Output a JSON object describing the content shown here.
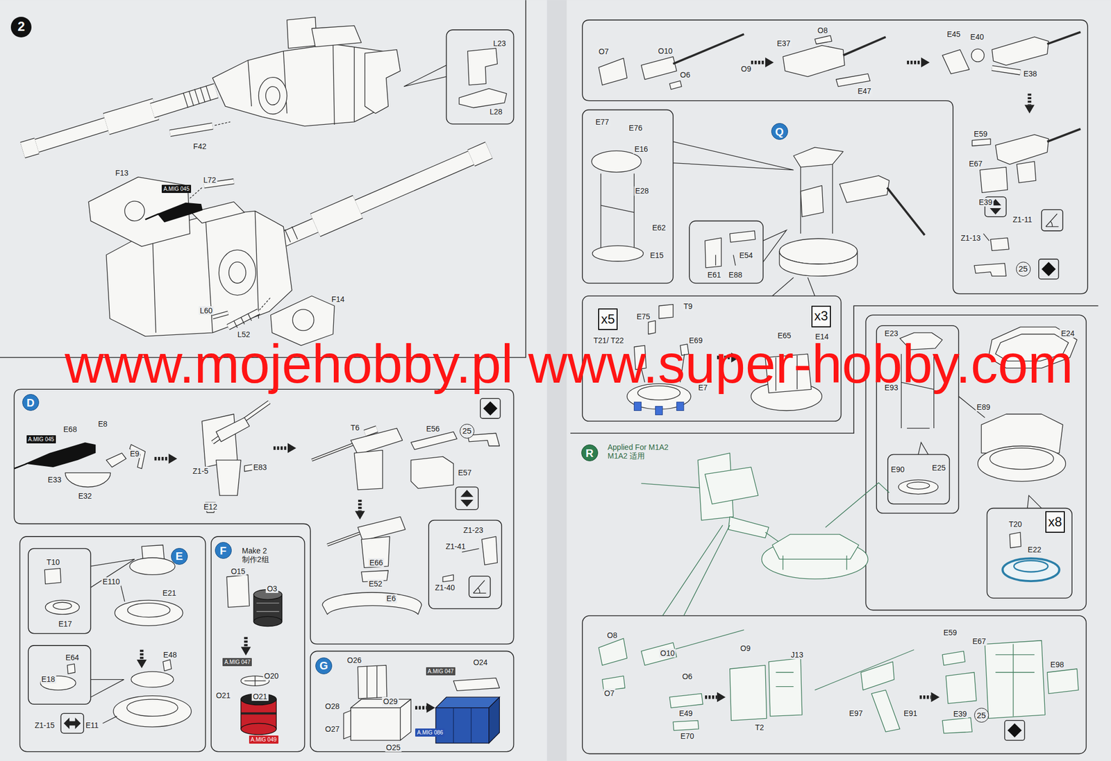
{
  "diagram": {
    "nodes": [
      {
        "text": [
          "2"
        ]
      },
      {
        "text": [
          "A.MIG 045"
        ]
      },
      {
        "text": [
          "D"
        ]
      },
      {
        "text": [
          "A.MIG 045"
        ]
      },
      {
        "text": [
          "25"
        ]
      },
      {
        "text": [
          "E"
        ]
      },
      {
        "text": [
          "F"
        ]
      },
      {
        "text": [
          "A.MIG 047"
        ]
      },
      {
        "text": [
          "A.MIG 049"
        ]
      },
      {
        "text": [
          "G"
        ]
      },
      {
        "text": [
          "A.MIG 047"
        ]
      },
      {
        "text": [
          "A.MIG 086"
        ]
      },
      {
        "text": [
          "Q"
        ]
      },
      {
        "text": [
          "25"
        ]
      },
      {
        "text": [
          "x5"
        ]
      },
      {
        "text": [
          "x3"
        ]
      },
      {
        "text": [
          "x8"
        ]
      },
      {
        "text": [
          "R"
        ]
      },
      {
        "text": [
          "25"
        ]
      }
    ],
    "labels": [
      "L23",
      "L28",
      "F42",
      "F13",
      "L72",
      "F14",
      "L60",
      "L52",
      "www.mojehobby.pl www.super-hobby.com",
      "E68",
      "E8",
      "E9",
      "E33",
      "E32",
      "Z1-5",
      "E83",
      "E12",
      "T6",
      "E56",
      "E57",
      "E66",
      "E52",
      "E6",
      "Z1-23",
      "Z1-41",
      "Z1-40",
      "T10",
      "E110",
      "E21",
      "E17",
      "E64",
      "E48",
      "E18",
      "Z1-15",
      "E11",
      "Make 2 制作2组",
      "O15",
      "O3",
      "O20",
      "O21",
      "O21",
      "O26",
      "O24",
      "O28",
      "O29",
      "O27",
      "O25",
      "O7",
      "O10",
      "O9",
      "O6",
      "E37",
      "O8",
      "E47",
      "E45",
      "E40",
      "E38",
      "E77",
      "E76",
      "E16",
      "E28",
      "E62",
      "E15",
      "E54",
      "E61",
      "E88",
      "E59",
      "E67",
      "E39",
      "Z1-11",
      "Z1-13",
      "E75",
      "T9",
      "T21/ T22",
      "E69",
      "E65",
      "E14",
      "E7",
      "E23",
      "E24",
      "E93",
      "E89",
      "E90",
      "E25",
      "T20",
      "E22",
      "Applied For M1A2 M1A2 适用",
      "O8",
      "O10",
      "O9",
      "O6",
      "O7",
      "E49",
      "E70",
      "J13",
      "T2",
      "E97",
      "E91",
      "E59",
      "E67",
      "E98",
      "E39"
    ]
  }
}
